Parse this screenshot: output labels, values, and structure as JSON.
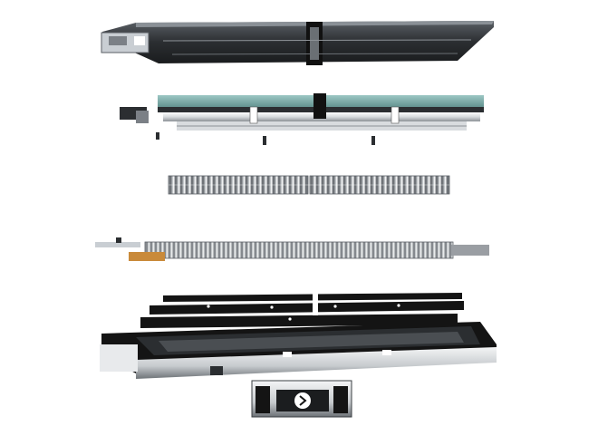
{
  "image": {
    "background_color": "#ffffff"
  },
  "colors": {
    "metal_dark": "#2b2e31",
    "metal_mid": "#7b8086",
    "metal_light": "#c9ced3",
    "lid_teal": "#7fb0ad",
    "black_frame": "#141414",
    "rail_silver": "#e8eaec",
    "cell_gray": "#9a9ea3",
    "accent_orange": "#c98a3a"
  },
  "layers": [
    {
      "name": "top-cover"
    },
    {
      "name": "cooling-plate-assembly"
    },
    {
      "name": "cell-module-upper"
    },
    {
      "name": "cell-module-lower"
    },
    {
      "name": "tray-frame"
    },
    {
      "name": "base-enclosure"
    }
  ]
}
